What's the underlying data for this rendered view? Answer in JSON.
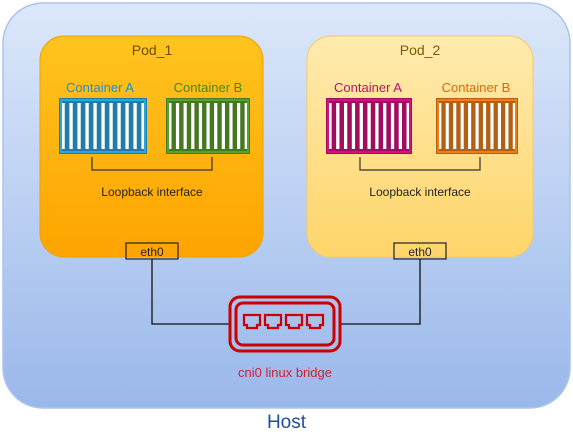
{
  "host": {
    "label": "Host"
  },
  "pods": [
    {
      "title": "Pod_1",
      "containers": [
        {
          "label": "Container A",
          "color": "#29a6e0"
        },
        {
          "label": "Container B",
          "color": "#5aa02c"
        }
      ],
      "loopback_label": "Loopback interface",
      "eth_label": "eth0",
      "fill_color": "#ffb30f"
    },
    {
      "title": "Pod_2",
      "containers": [
        {
          "label": "Container A",
          "color": "#d6107e"
        },
        {
          "label": "Container B",
          "color": "#f07e16"
        }
      ],
      "loopback_label": "Loopback interface",
      "eth_label": "eth0",
      "fill_color": "#ffe08a"
    }
  ],
  "bridge": {
    "label": "cni0 linux bridge",
    "color": "#cc0000",
    "icon": "network-switch-icon"
  },
  "colors": {
    "host_fill": "#b7cdf0",
    "host_border": "#9fbce8"
  }
}
